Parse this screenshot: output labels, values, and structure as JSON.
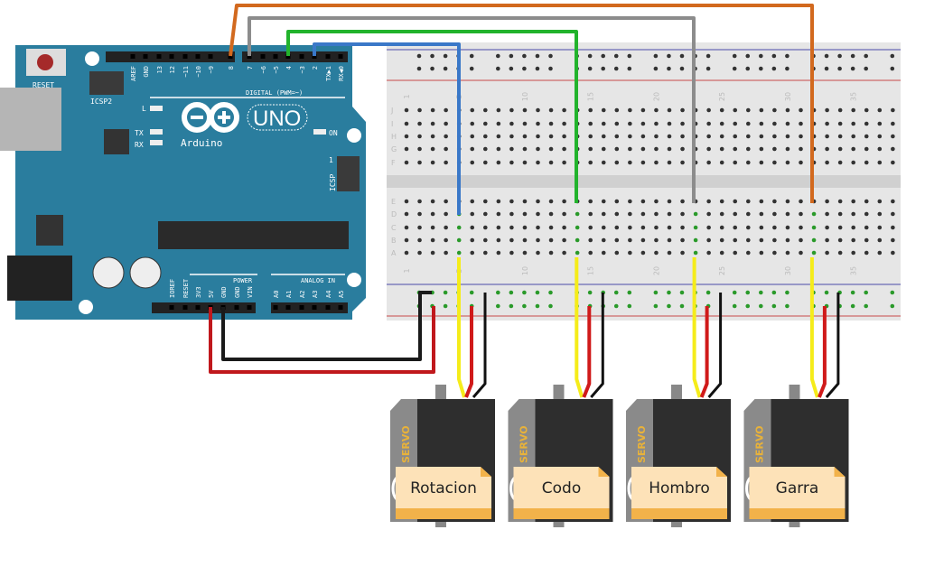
{
  "arduino": {
    "reset_label": "RESET",
    "icsp2_label": "ICSP2",
    "icsp_label": "ICSP",
    "icsp_pin1": "1",
    "brand": "Arduino",
    "model": "UNO",
    "digital_label": "DIGITAL (PWM=~)",
    "power_label": "POWER",
    "analog_label": "ANALOG IN",
    "led_labels": [
      "L",
      "TX",
      "RX",
      "ON"
    ],
    "digital_pins": [
      "AREF",
      "GND",
      "13",
      "12",
      "~11",
      "~10",
      "~9",
      "8",
      "7",
      "~6",
      "~5",
      "4",
      "~3",
      "2",
      "TX▶1",
      "RX◀0"
    ],
    "power_pins": [
      "IOREF",
      "RESET",
      "3V3",
      "5V",
      "GND",
      "GND",
      "VIN"
    ],
    "analog_pins": [
      "A0",
      "A1",
      "A2",
      "A3",
      "A4",
      "A5"
    ]
  },
  "breadboard": {
    "row_labels_top": [
      "J",
      "I",
      "H",
      "G",
      "F"
    ],
    "row_labels_bottom": [
      "E",
      "D",
      "C",
      "B",
      "A"
    ],
    "column_numbers": [
      "1",
      "5",
      "10",
      "15",
      "20",
      "25",
      "30",
      "35"
    ]
  },
  "wires": [
    {
      "from": "8",
      "color": "#d2691e"
    },
    {
      "from": "7",
      "color": "#8c8c8c"
    },
    {
      "from": "4",
      "color": "#22b32c"
    },
    {
      "from": "2",
      "color": "#3a78c8"
    },
    {
      "from": "5V",
      "color": "#c0181c"
    },
    {
      "from": "GND",
      "color": "#1a1a1a"
    }
  ],
  "servos": [
    {
      "body_text": "SERVO",
      "label": "Rotacion"
    },
    {
      "body_text": "SERVO",
      "label": "Codo"
    },
    {
      "body_text": "SERVO",
      "label": "Hombro"
    },
    {
      "body_text": "SERVO",
      "label": "Garra"
    }
  ],
  "colors": {
    "board": "#2a7d9e",
    "breadboard": "#e6e6e6",
    "servo_body": "#2e2e2e",
    "servo_label": "#fde2b8",
    "servo_accent": "#f2b24a",
    "signal": "#f5ec1a",
    "power": "#d01a1a",
    "ground": "#111111"
  }
}
